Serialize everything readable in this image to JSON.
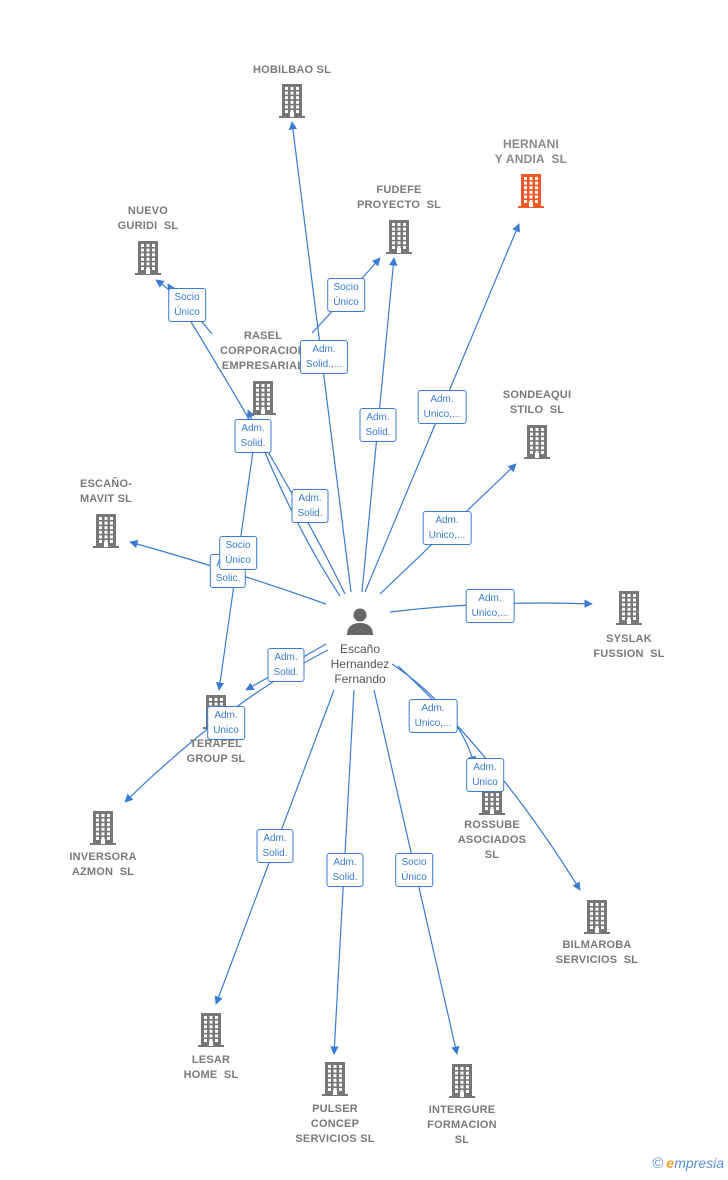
{
  "colors": {
    "edge": "#3a7bd5",
    "building": "#777777",
    "building_highlight": "#f05a28",
    "person": "#666666"
  },
  "person": {
    "label": "Escaño\nHernandez\nFernando",
    "icon": "person-icon"
  },
  "companies": [
    {
      "id": "hobilbao",
      "label": "HOBILBAO SL",
      "highlight": false,
      "icon": "building-icon"
    },
    {
      "id": "hernani",
      "label": "HERNANI\nY ANDIA  SL",
      "highlight": true,
      "icon": "building-icon"
    },
    {
      "id": "fudefe",
      "label": "FUDEFE\nPROYECTO  SL",
      "highlight": false,
      "icon": "building-icon"
    },
    {
      "id": "nuevo",
      "label": "NUEVO\nGURIDI  SL",
      "highlight": false,
      "icon": "building-icon"
    },
    {
      "id": "rasel",
      "label": "RASEL\nCORPORACION\nEMPRESARIAL",
      "highlight": false,
      "icon": "building-icon"
    },
    {
      "id": "sondeaqui",
      "label": "SONDEAQUI\nSTILO  SL",
      "highlight": false,
      "icon": "building-icon"
    },
    {
      "id": "escano",
      "label": "ESCAÑO-\nMAVIT SL",
      "highlight": false,
      "icon": "building-icon"
    },
    {
      "id": "syslak",
      "label": "SYSLAK\nFUSSION  SL",
      "highlight": false,
      "icon": "building-icon"
    },
    {
      "id": "terafel",
      "label": "TERAFEL\nGROUP SL",
      "highlight": false,
      "icon": "building-icon"
    },
    {
      "id": "inversora",
      "label": "INVERSORA\nAZMON  SL",
      "highlight": false,
      "icon": "building-icon"
    },
    {
      "id": "rossube",
      "label": "ROSSUBE\nASOCIADOS\nSL",
      "highlight": false,
      "icon": "building-icon"
    },
    {
      "id": "bilmaroba",
      "label": "BILMAROBA\nSERVICIOS  SL",
      "highlight": false,
      "icon": "building-icon"
    },
    {
      "id": "lesar",
      "label": "LESAR\nHOME  SL",
      "highlight": false,
      "icon": "building-icon"
    },
    {
      "id": "pulser",
      "label": "PULSER\nCONCEP\nSERVICIOS SL",
      "highlight": false,
      "icon": "building-icon"
    },
    {
      "id": "intergure",
      "label": "INTERGURE\nFORMACION\nSL",
      "highlight": false,
      "icon": "building-icon"
    }
  ],
  "relations": [
    {
      "label": "Socio\nÚnico"
    },
    {
      "label": "Socio\nÚnico"
    },
    {
      "label": "Adm.\nSolid.,..."
    },
    {
      "label": "Adm.\nSolid."
    },
    {
      "label": "Adm.\nUnico,..."
    },
    {
      "label": "Adm.\nSolid."
    },
    {
      "label": "Adm.\nSolid."
    },
    {
      "label": "Adm.\nUnico,..."
    },
    {
      "label": "Adm.\nSolic."
    },
    {
      "label": "Socio\nÚnico"
    },
    {
      "label": "Adm.\nUnico,..."
    },
    {
      "label": "Adm.\nSolid."
    },
    {
      "label": "Adm.\nUnico"
    },
    {
      "label": "Adm.\nUnico,..."
    },
    {
      "label": "Adm.\nUnico"
    },
    {
      "label": "Adm.\nSolid."
    },
    {
      "label": "Adm.\nSolid."
    },
    {
      "label": "Socio\nÚnico"
    }
  ],
  "brand": {
    "copyright": "©",
    "initial": "e",
    "rest": "mpresia"
  }
}
